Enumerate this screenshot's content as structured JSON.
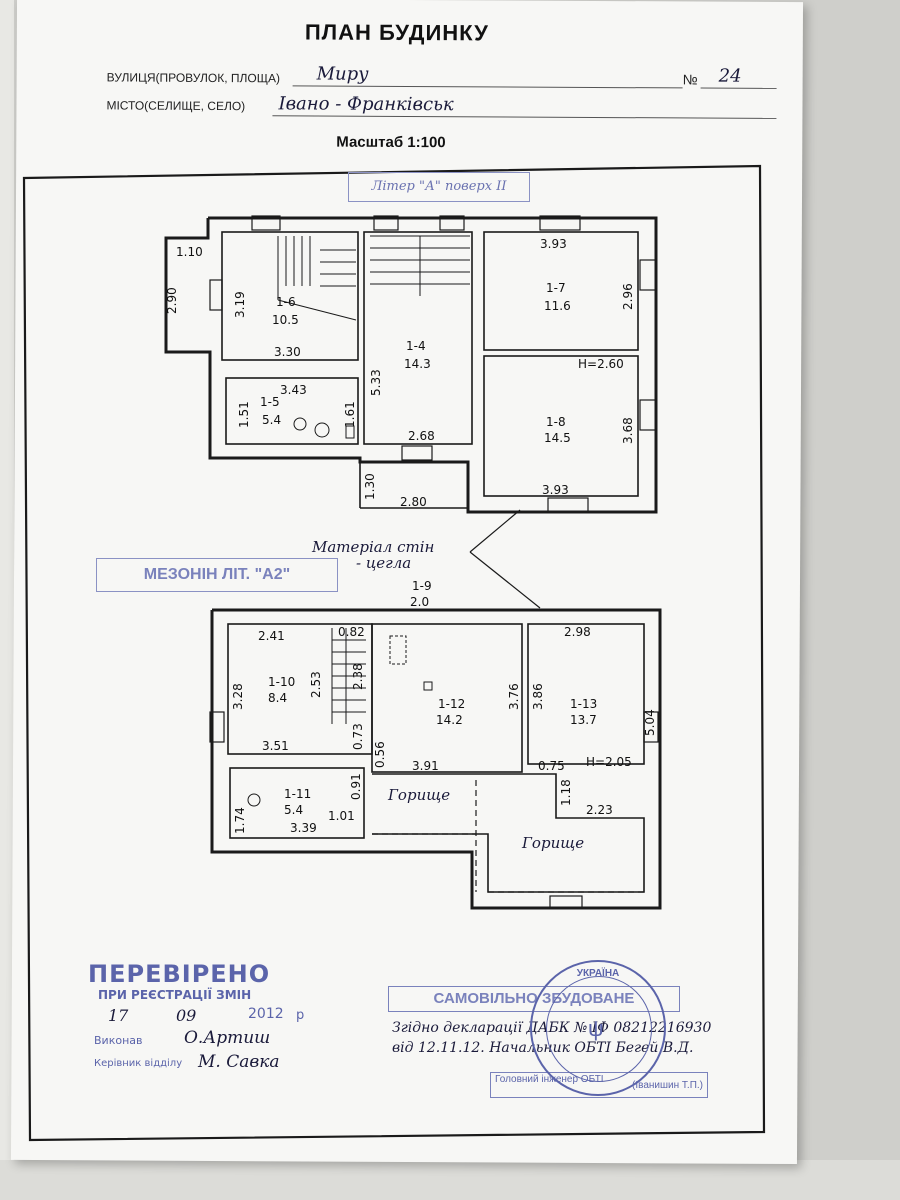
{
  "header": {
    "title": "ПЛАН БУДИНКУ",
    "street_label": "ВУЛИЦЯ(ПРОВУЛОК, ПЛОЩА)",
    "street_value": "Миру",
    "number_label": "№",
    "number_value": "24",
    "city_label": "МІСТО(СЕЛИЩЕ, СЕЛО)",
    "city_value": "Івано - Франківськ",
    "scale": "Масштаб 1:100"
  },
  "floor2": {
    "stamp": "Літер \"А\" поверх II",
    "rooms": [
      {
        "id": "1-6",
        "area": "10.5"
      },
      {
        "id": "1-4",
        "area": "14.3"
      },
      {
        "id": "1-7",
        "area": "11.6"
      },
      {
        "id": "1-5",
        "area": "5.4"
      },
      {
        "id": "1-8",
        "area": "14.5"
      }
    ],
    "dims": [
      "1.10",
      "2.90",
      "3.19",
      "3.30",
      "3.43",
      "1.51",
      "1.61",
      "5.33",
      "2.68",
      "3.93",
      "2.96",
      "H=2.60",
      "3.68",
      "3.93",
      "1.30",
      "2.80"
    ]
  },
  "wall_note": {
    "line1": "Матеріал стін",
    "line2": "- цегла"
  },
  "mansard": {
    "stamp": "МЕЗОНІН ЛІТ. \"А2\"",
    "rooms": [
      {
        "id": "1-9",
        "area": "2.0"
      },
      {
        "id": "1-10",
        "area": "8.4"
      },
      {
        "id": "1-12",
        "area": "14.2"
      },
      {
        "id": "1-13",
        "area": "13.7"
      },
      {
        "id": "1-11",
        "area": "5.4"
      }
    ],
    "attic_label": "Горище",
    "dims": [
      "2.41",
      "0.82",
      "2.98",
      "3.28",
      "2.53",
      "2.38",
      "3.76",
      "3.86",
      "5.04",
      "3.51",
      "0.73",
      "0.56",
      "3.91",
      "0.75",
      "H=2.05",
      "0.91",
      "1.18",
      "1.74",
      "1.01",
      "3.39",
      "2.23"
    ]
  },
  "stamps": {
    "verified_title": "ПЕРЕВІРЕНО",
    "verified_sub": "ПРИ РЕЄСТРАЦІЇ ЗМІН",
    "verified_date_day": "17",
    "verified_date_month": "09",
    "verified_date_year": "2012",
    "year_suffix": "р",
    "performer_label": "Виконав",
    "performer_name": "О.Артиш",
    "head_label": "Керівник відділу",
    "head_name": "М. Савка",
    "self_built": "САМОВІЛЬНО ЗБУДОВАНЕ",
    "declaration_line1": "Згідно декларації ДАБК № ІФ 08212216930",
    "declaration_line2": "від 12.11.12. Начальник ОБТІ Бегей В.Д.",
    "chief_label": "Головний інженер ОБТІ",
    "chief_name": "(Іванишин Т.П.)",
    "seal_text": "УКРАЇНА"
  },
  "colors": {
    "ink": "#1a1a1a",
    "stamp": "#5b64aa",
    "paper": "#f7f7f5"
  }
}
